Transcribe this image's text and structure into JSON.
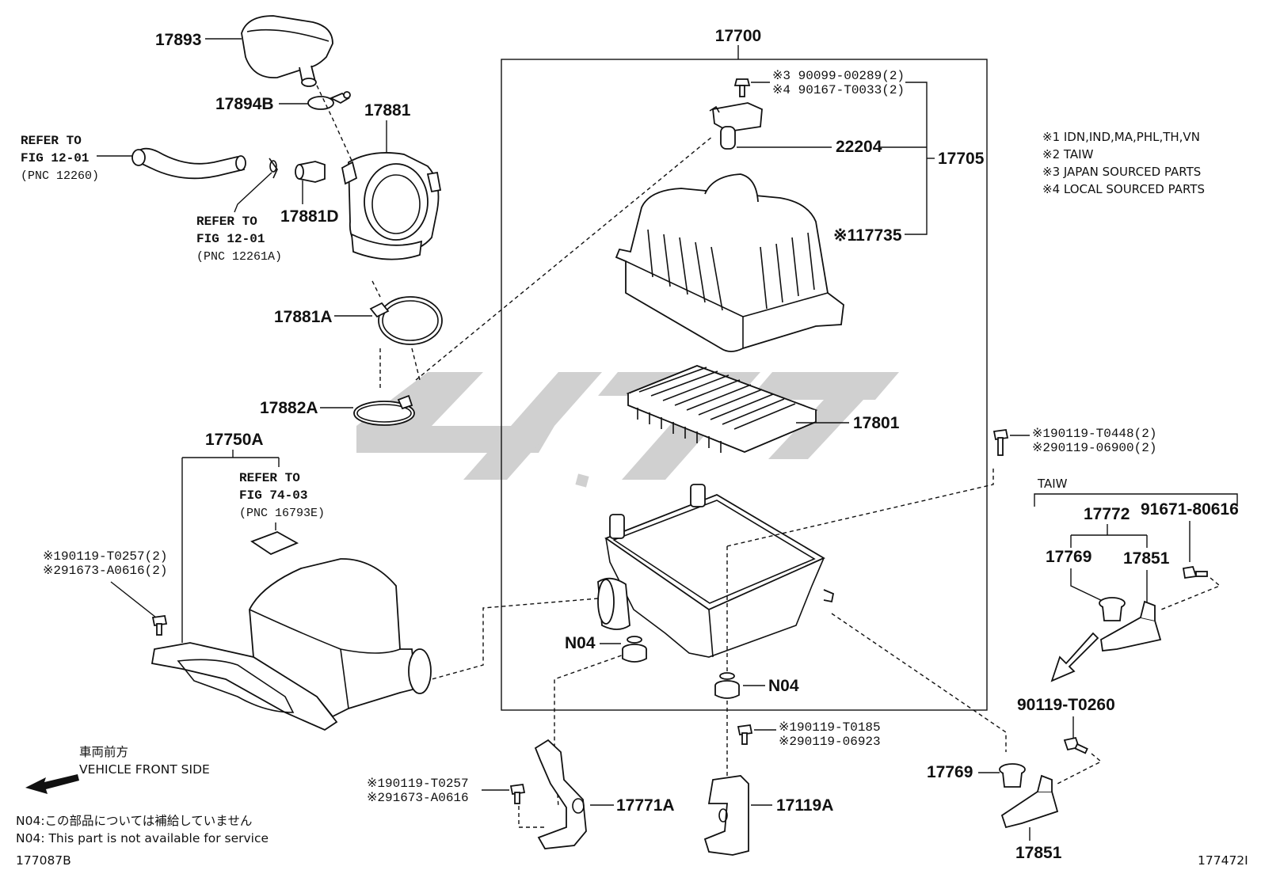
{
  "parts": {
    "p17893": "17893",
    "p17894B": "17894B",
    "p17881": "17881",
    "p17881D": "17881D",
    "p17881A": "17881A",
    "p17882A": "17882A",
    "p17750A": "17750A",
    "p17700": "17700",
    "p22204": "22204",
    "p17705": "17705",
    "p17735": "※117735",
    "p17801": "17801",
    "pN04a": "N04",
    "pN04b": "N04",
    "p17771A": "17771A",
    "p17119A": "17119A",
    "p17772": "17772",
    "p91671": "91671-80616",
    "p17769a": "17769",
    "p17851a": "17851",
    "p90119T0260": "90119-T0260",
    "p17769b": "17769",
    "p17851b": "17851"
  },
  "refs": {
    "ref1": {
      "line1": "REFER TO",
      "line2": "FIG 12-01",
      "line3": "(PNC 12260)"
    },
    "ref2": {
      "line1": "REFER TO",
      "line2": "FIG 12-01",
      "line3": "(PNC 12261A)"
    },
    "ref3": {
      "line1": "REFER TO",
      "line2": "FIG 74-03",
      "line3": "(PNC 16793E)"
    }
  },
  "callouts": {
    "bolt_top_1": "※3 90099-00289(2)",
    "bolt_top_2": "※4 90167-T0033(2)",
    "bolt_right_1": "※190119-T0448(2)",
    "bolt_right_2": "※290119-06900(2)",
    "bolt_left_1": "※190119-T0257(2)",
    "bolt_left_2": "※291673-A0616(2)",
    "bolt_bottom_1": "※190119-T0257",
    "bolt_bottom_2": "※291673-A0616",
    "bolt_center_1": "※190119-T0185",
    "bolt_center_2": "※290119-06923",
    "taiw_label": "TAIW"
  },
  "legend": [
    "※1 IDN,IND,MA,PHL,TH,VN",
    "※2 TAIW",
    "※3 JAPAN SOURCED PARTS",
    "※4 LOCAL SOURCED PARTS"
  ],
  "notes": {
    "front_jp": "車両前方",
    "front_en": "VEHICLE FRONT SIDE",
    "n04_jp": "N04:この部品については補給していません",
    "n04_en": "N04: This part is not available for service",
    "code_left": "177087B",
    "code_right": "177472I"
  },
  "colors": {
    "ink": "#111111",
    "watermark": "#c8c8c8",
    "background": "#ffffff"
  }
}
